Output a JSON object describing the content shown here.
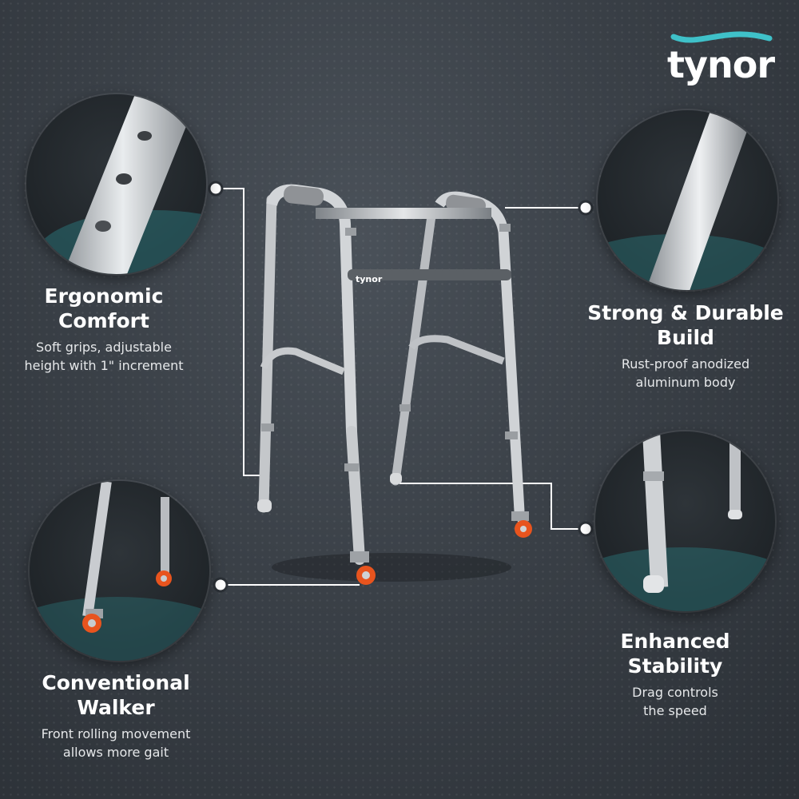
{
  "brand": {
    "name": "tynor",
    "wave_color": "#3fc1c9"
  },
  "features": [
    {
      "id": "ergonomic",
      "title_line1": "Ergonomic",
      "title_line2": "Comfort",
      "desc_line1": "Soft grips, adjustable",
      "desc_line2": "height with 1\" increment"
    },
    {
      "id": "durable",
      "title_line1": "Strong & Durable",
      "title_line2": "Build",
      "desc_line1": "Rust-proof anodized",
      "desc_line2": "aluminum body"
    },
    {
      "id": "conventional",
      "title_line1": "Conventional",
      "title_line2": "Walker",
      "desc_line1": "Front rolling movement",
      "desc_line2": "allows more gait"
    },
    {
      "id": "stability",
      "title_line1": "Enhanced",
      "title_line2": "Stability",
      "desc_line1": "Drag controls",
      "desc_line2": "the speed"
    }
  ],
  "walker_label": "tynor",
  "colors": {
    "background": "#3a4047",
    "accent_teal": "#2a6f74",
    "wheel_orange": "#e8541e",
    "aluminum": "#c9ccd0"
  }
}
